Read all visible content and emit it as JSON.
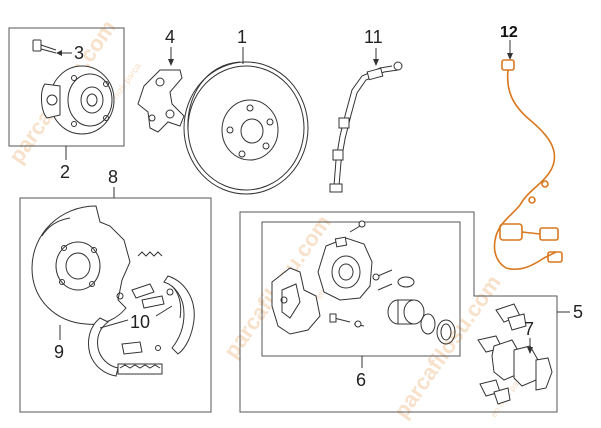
{
  "callouts": {
    "c1": "1",
    "c2": "2",
    "c3": "3",
    "c4": "4",
    "c5": "5",
    "c6": "6",
    "c7": "7",
    "c8": "8",
    "c9": "9",
    "c10": "10",
    "c11": "11",
    "c12": "12"
  },
  "watermark": {
    "brand_1": "parcafilosu.com",
    "brand_2": "parcafilosu.com",
    "brand_3": "parcafilosu.com",
    "tagline_1": "en hızlı parça",
    "tagline_2": "en hızlı parça",
    "tagline_3": "en hızlı parçacı"
  },
  "colors": {
    "line": "#333333",
    "highlight_sensor": "#d9781f",
    "watermark": "#f3c9a0"
  }
}
